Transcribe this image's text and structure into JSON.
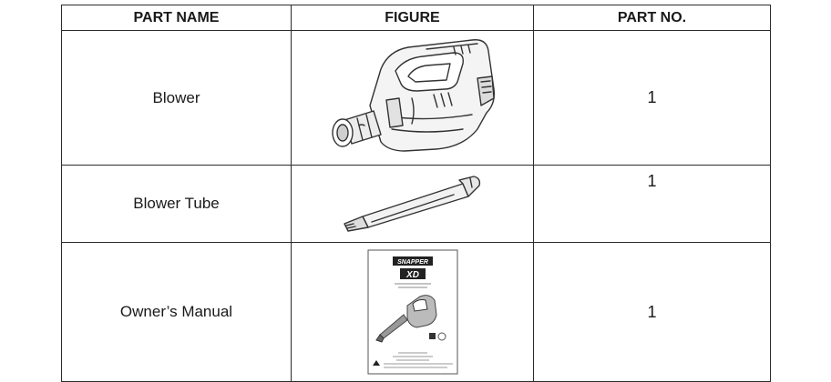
{
  "table": {
    "headers": [
      "PART NAME",
      "FIGURE",
      "PART NO."
    ],
    "rows": [
      {
        "part_name": "Blower",
        "figure_icon": "blower-illustration",
        "part_no": "1"
      },
      {
        "part_name": "Blower Tube",
        "figure_icon": "blower-tube-illustration",
        "part_no": "1"
      },
      {
        "part_name": "Owner’s Manual",
        "figure_icon": "owners-manual-illustration",
        "part_no": "1"
      }
    ]
  },
  "manual_cover": {
    "brand": "SNAPPER",
    "model_mark": "XD"
  }
}
